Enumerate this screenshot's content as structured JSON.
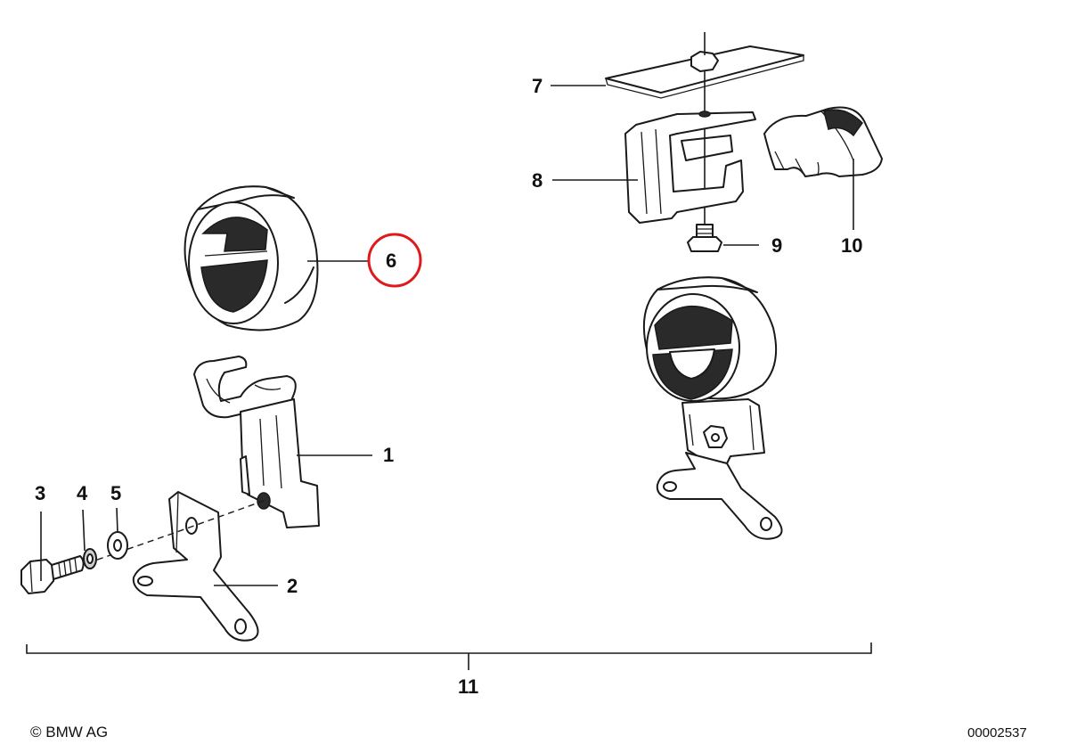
{
  "callouts": {
    "c1": "1",
    "c2": "2",
    "c3": "3",
    "c4": "4",
    "c5": "5",
    "c6": "6",
    "c7": "7",
    "c8": "8",
    "c9": "9",
    "c10": "10",
    "c11": "11"
  },
  "highlighted_callout": "6",
  "highlight_color": "#e0191c",
  "footer": {
    "copyright": "© BMW AG",
    "diagram_number": "00002537"
  }
}
